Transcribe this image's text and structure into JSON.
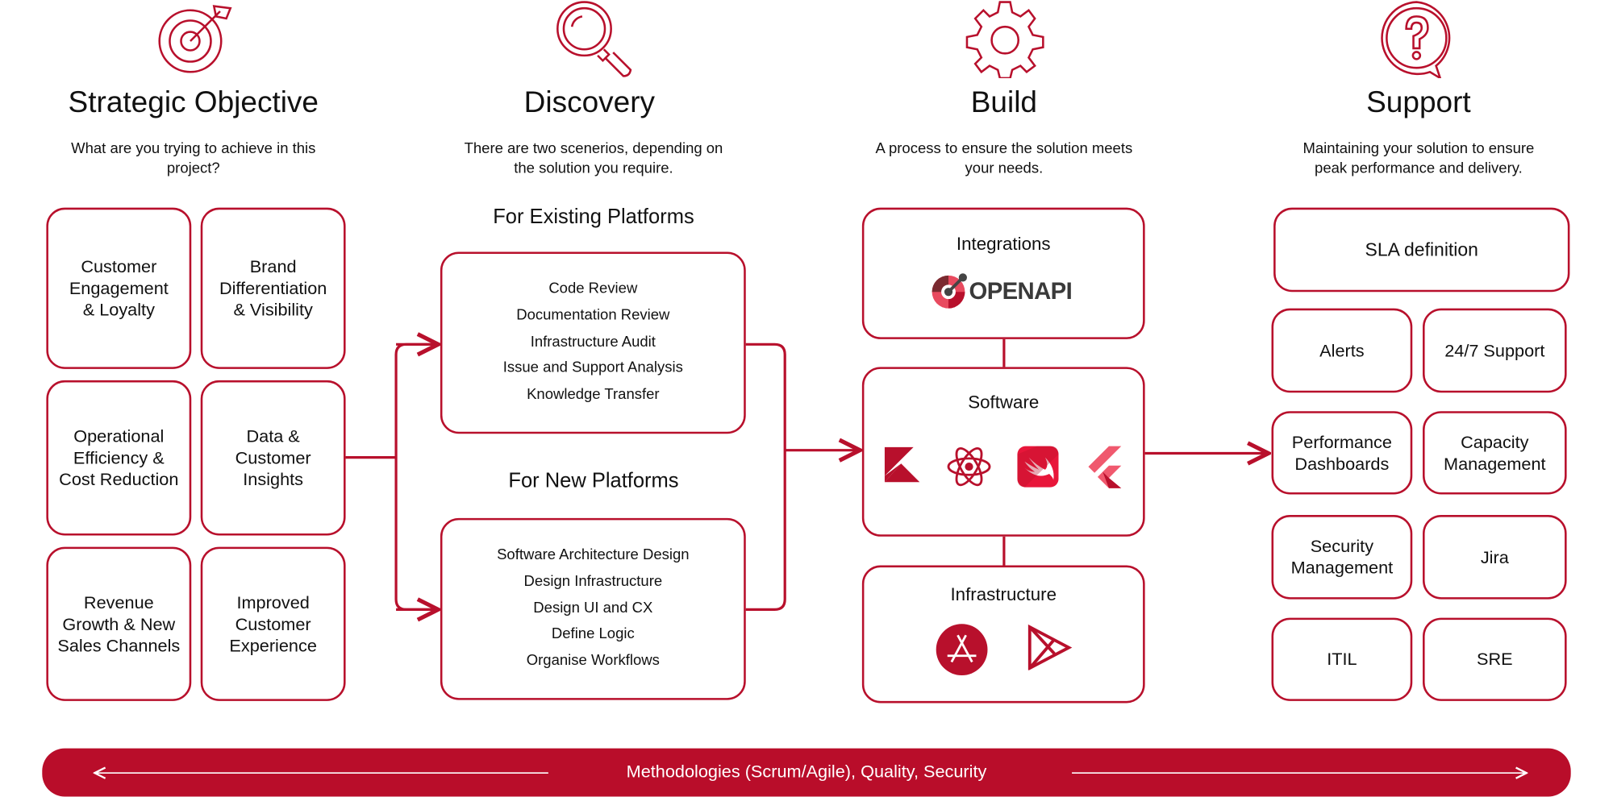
{
  "colors": {
    "accent": "#b8102c",
    "bar": "#b90d2a"
  },
  "columns": [
    {
      "icon": "target-icon",
      "title": "Strategic Objective",
      "subtitle": [
        "What are you trying to achieve in this",
        "project?"
      ]
    },
    {
      "icon": "magnifier-icon",
      "title": "Discovery",
      "subtitle": [
        "There are two scenerios, depending on",
        "the solution you require."
      ]
    },
    {
      "icon": "gear-icon",
      "title": "Build",
      "subtitle": [
        "A process to ensure the solution meets",
        "your needs."
      ]
    },
    {
      "icon": "question-bubble-icon",
      "title": "Support",
      "subtitle": [
        "Maintaining your solution to ensure",
        "peak performance and delivery."
      ]
    }
  ],
  "objectives": [
    [
      "Customer",
      "Engagement",
      "& Loyalty"
    ],
    [
      "Brand",
      "Differentiation",
      "& Visibility"
    ],
    [
      "Operational",
      "Efficiency &",
      "Cost Reduction"
    ],
    [
      "Data &",
      "Customer",
      "Insights"
    ],
    [
      "Revenue",
      "Growth & New",
      "Sales Channels"
    ],
    [
      "Improved",
      "Customer",
      "Experience"
    ]
  ],
  "discovery": {
    "existing": {
      "title": "For Existing Platforms",
      "items": [
        "Code Review",
        "Documentation Review",
        "Infrastructure Audit",
        "Issue and Support Analysis",
        "Knowledge Transfer"
      ]
    },
    "new": {
      "title": "For New Platforms",
      "items": [
        "Software Architecture Design",
        "Design Infrastructure",
        "Design UI and CX",
        "Define Logic",
        "Organise Workflows"
      ]
    }
  },
  "build": {
    "integrations": {
      "title": "Integrations",
      "logo": "OPENAPI"
    },
    "software": {
      "title": "Software",
      "icons": [
        "kotlin-icon",
        "react-icon",
        "swift-icon",
        "flutter-icon"
      ]
    },
    "infrastructure": {
      "title": "Infrastructure",
      "icons": [
        "app-store-icon",
        "google-play-icon"
      ]
    }
  },
  "support": {
    "sla": "SLA definition",
    "items": [
      [
        "Alerts"
      ],
      [
        "24/7 Support"
      ],
      [
        "Performance",
        "Dashboards"
      ],
      [
        "Capacity",
        "Management"
      ],
      [
        "Security",
        "Management"
      ],
      [
        "Jira"
      ],
      [
        "ITIL"
      ],
      [
        "SRE"
      ]
    ]
  },
  "footer": "Methodologies (Scrum/Agile), Quality, Security"
}
